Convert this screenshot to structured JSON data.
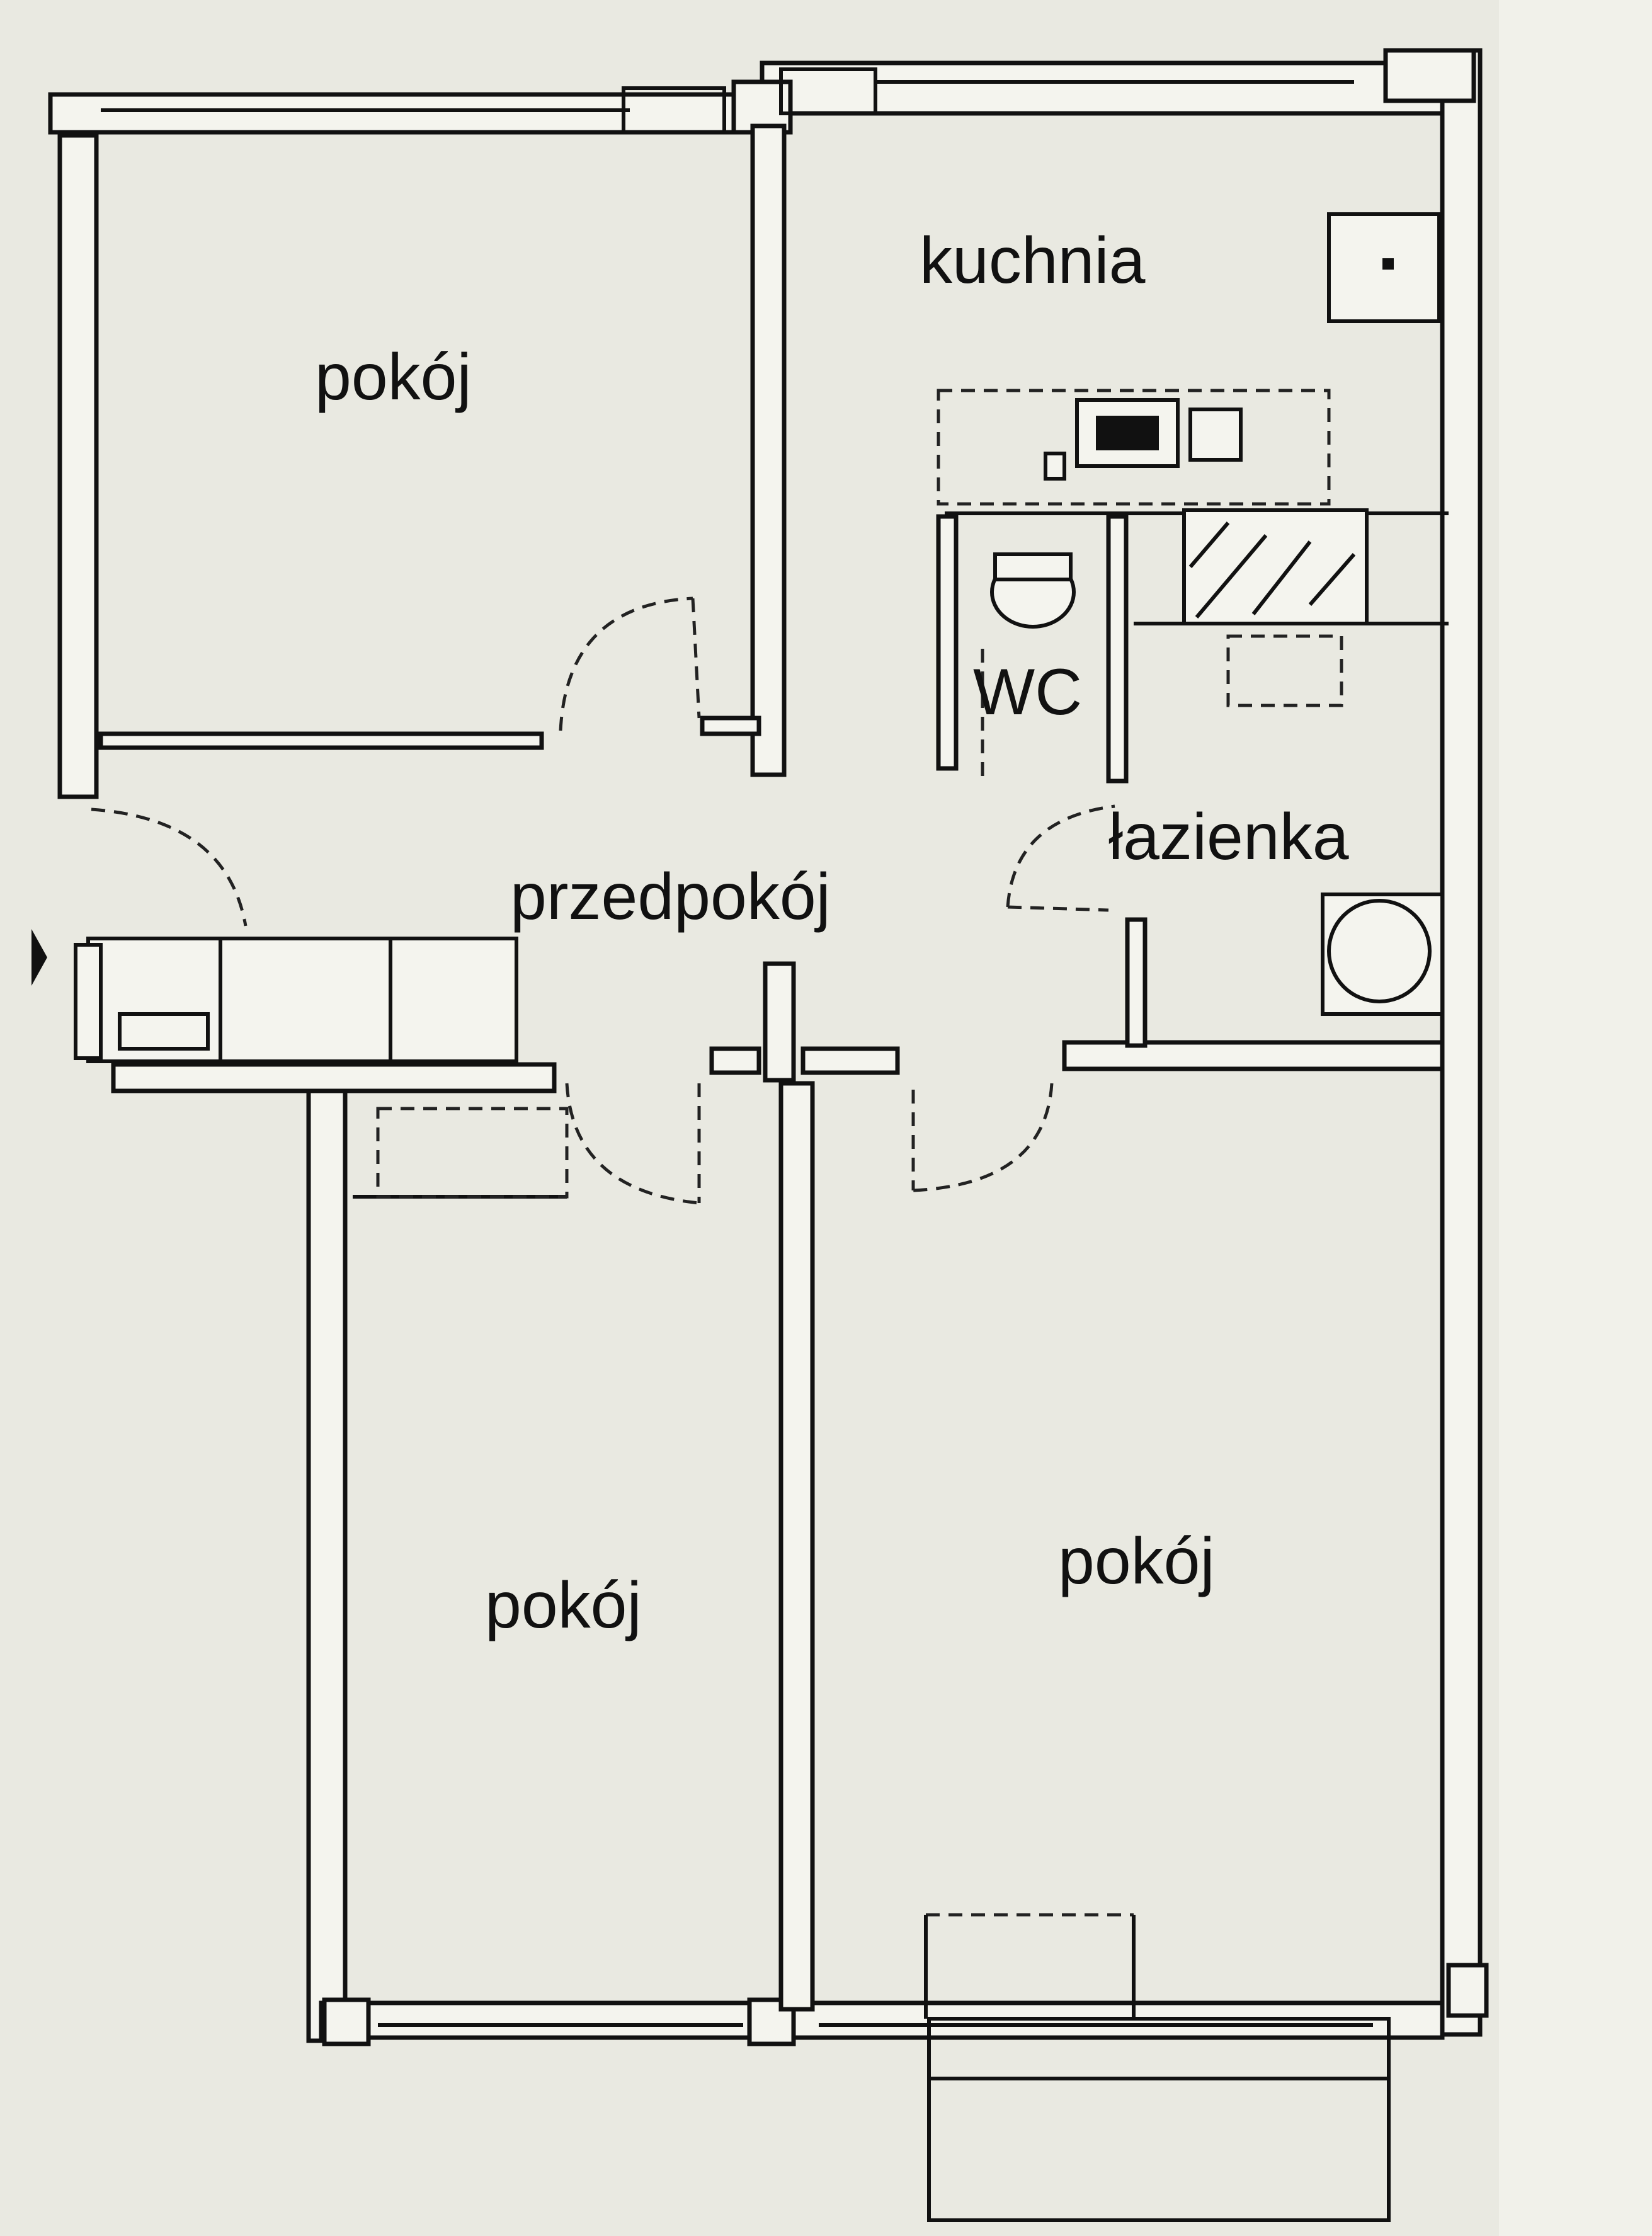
{
  "plan": {
    "rooms": {
      "bedroom_top_left": "pokój",
      "kitchen": "kuchnia",
      "wc": "WC",
      "bathroom": "łazienka",
      "hallway": "przedpokój",
      "bedroom_bottom_left": "pokój",
      "living_room": "pokój"
    }
  }
}
